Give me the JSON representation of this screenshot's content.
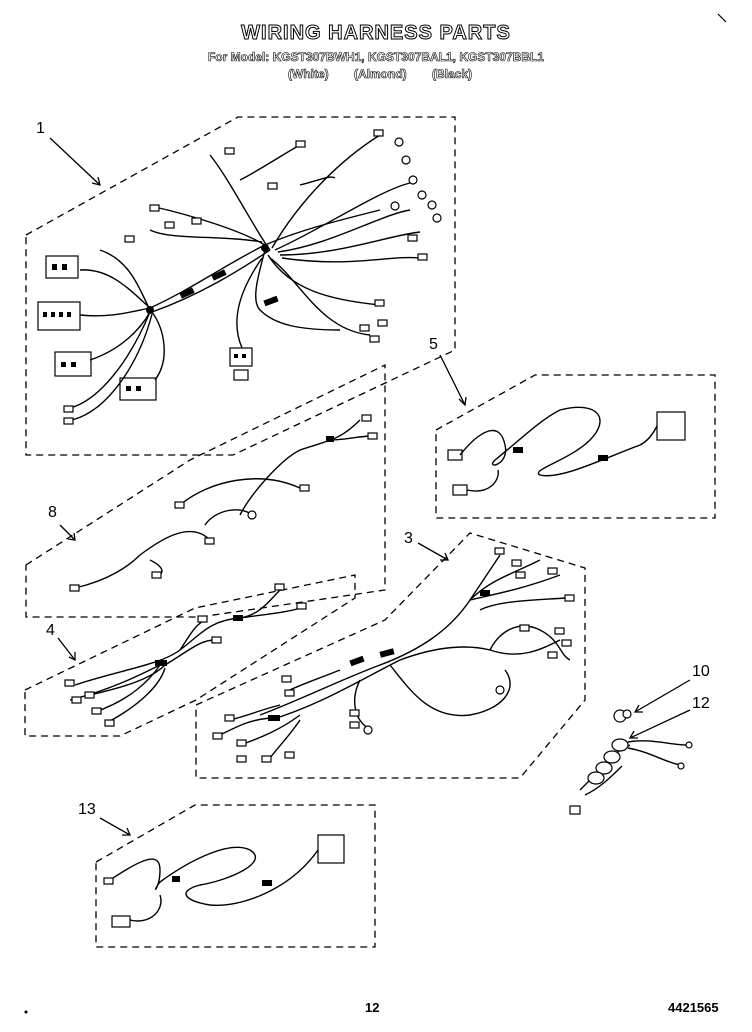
{
  "header": {
    "title": "WIRING HARNESS PARTS",
    "models_line": "For Model: KGST307BWH1, KGST307BAL1, KGST307BBL1",
    "variants": [
      "(White)",
      "(Almond)",
      "(Black)"
    ]
  },
  "callouts": [
    "1",
    "5",
    "8",
    "3",
    "4",
    "10",
    "12",
    "13"
  ],
  "footer": {
    "page_number": "12",
    "doc_number": "4421565"
  }
}
